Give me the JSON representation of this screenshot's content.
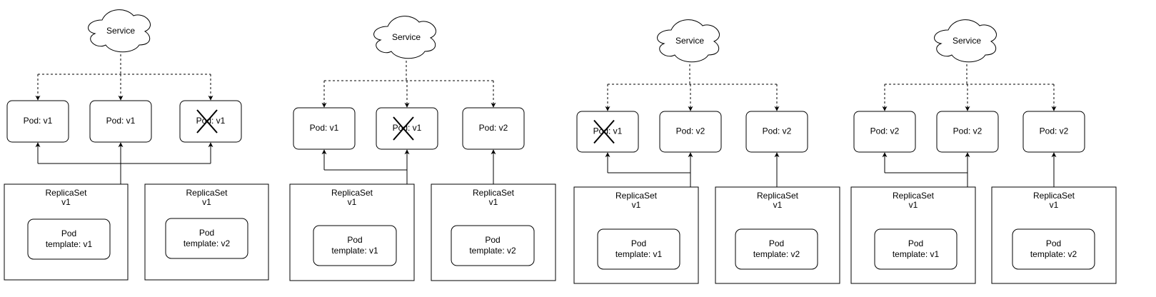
{
  "panels": [
    {
      "service": "Service",
      "pods": [
        {
          "label": "Pod: v1",
          "terminated": false
        },
        {
          "label": "Pod: v1",
          "terminated": false
        },
        {
          "label": "Pod: v1",
          "terminated": true
        }
      ],
      "replicasets": [
        {
          "title": "ReplicaSet",
          "version": "v1",
          "template_title": "Pod",
          "template_version": "template: v1"
        },
        {
          "title": "ReplicaSet",
          "version": "v1",
          "template_title": "Pod",
          "template_version": "template: v2"
        }
      ]
    },
    {
      "service": "Service",
      "pods": [
        {
          "label": "Pod: v1",
          "terminated": false
        },
        {
          "label": "Pod: v1",
          "terminated": true
        },
        {
          "label": "Pod: v2",
          "terminated": false
        }
      ],
      "replicasets": [
        {
          "title": "ReplicaSet",
          "version": "v1",
          "template_title": "Pod",
          "template_version": "template: v1"
        },
        {
          "title": "ReplicaSet",
          "version": "v1",
          "template_title": "Pod",
          "template_version": "template: v2"
        }
      ]
    },
    {
      "service": "Service",
      "pods": [
        {
          "label": "Pod: v1",
          "terminated": true
        },
        {
          "label": "Pod: v2",
          "terminated": false
        },
        {
          "label": "Pod: v2",
          "terminated": false
        }
      ],
      "replicasets": [
        {
          "title": "ReplicaSet",
          "version": "v1",
          "template_title": "Pod",
          "template_version": "template: v1"
        },
        {
          "title": "ReplicaSet",
          "version": "v1",
          "template_title": "Pod",
          "template_version": "template: v2"
        }
      ]
    },
    {
      "service": "Service",
      "pods": [
        {
          "label": "Pod: v2",
          "terminated": false
        },
        {
          "label": "Pod: v2",
          "terminated": false
        },
        {
          "label": "Pod: v2",
          "terminated": false
        }
      ],
      "replicasets": [
        {
          "title": "ReplicaSet",
          "version": "v1",
          "template_title": "Pod",
          "template_version": "template: v1"
        },
        {
          "title": "ReplicaSet",
          "version": "v1",
          "template_title": "Pod",
          "template_version": "template: v2"
        }
      ]
    }
  ]
}
